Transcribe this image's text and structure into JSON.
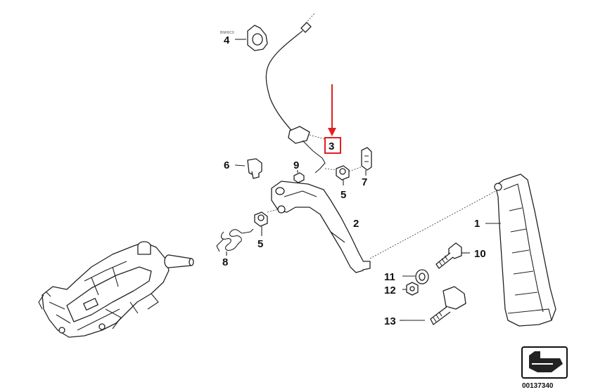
{
  "diagram": {
    "labels": [
      {
        "id": "1",
        "text": "1"
      },
      {
        "id": "2",
        "text": "2"
      },
      {
        "id": "3",
        "text": "3"
      },
      {
        "id": "4",
        "text": "4"
      },
      {
        "id": "5a",
        "text": "5"
      },
      {
        "id": "5b",
        "text": "5"
      },
      {
        "id": "6",
        "text": "6"
      },
      {
        "id": "7",
        "text": "7"
      },
      {
        "id": "8",
        "text": "8"
      },
      {
        "id": "9",
        "text": "9"
      },
      {
        "id": "10",
        "text": "10"
      },
      {
        "id": "11",
        "text": "11"
      },
      {
        "id": "12",
        "text": "12"
      },
      {
        "id": "13",
        "text": "13"
      }
    ],
    "highlighted_label": "3",
    "reference_number": "00137340",
    "highlight_color": "#e02020"
  }
}
